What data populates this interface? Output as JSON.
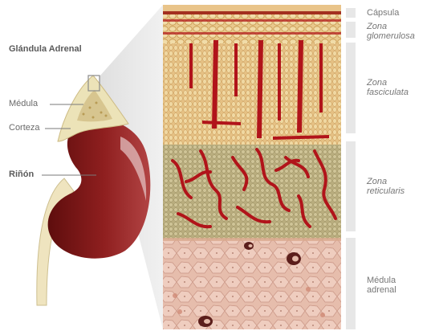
{
  "left_labels": {
    "title": "Glándula Adrenal",
    "medulla": "Médula",
    "cortex": "Corteza",
    "kidney": "Riñón"
  },
  "right_labels": {
    "capsule": [
      "Cápsula"
    ],
    "glomerulosa": [
      "Zona",
      "glomerulosa"
    ],
    "fasciculata": [
      "Zona",
      "fasciculata"
    ],
    "reticularis": [
      "Zona",
      "reticularis"
    ],
    "medulla": [
      "Médula",
      "adrenal"
    ]
  },
  "colors": {
    "kidney": "#8e1c1c",
    "adrenal_cortex": "#ece3b8",
    "capsule": "#a33020",
    "fasciculata": "#e8c487",
    "reticularis": "#bdb283",
    "medulla_layer": "#e8bfb0",
    "vessel": "#b1141a",
    "bracket": "#e7e7e7"
  }
}
